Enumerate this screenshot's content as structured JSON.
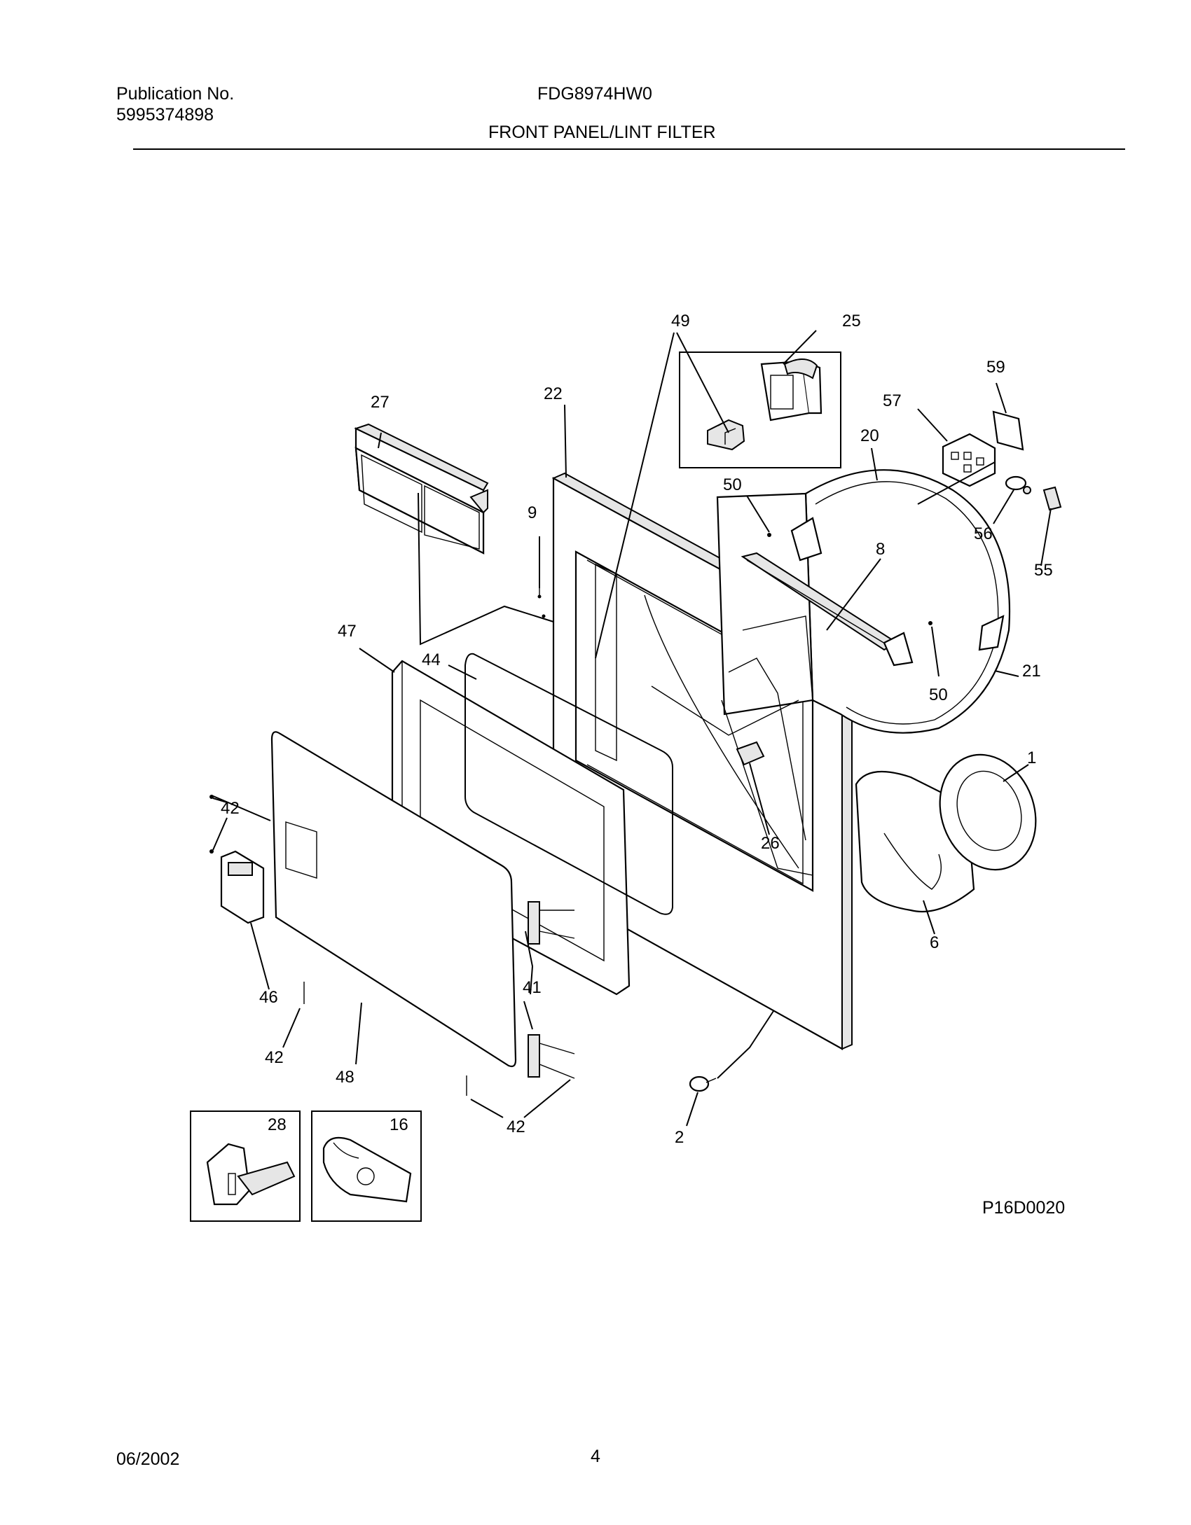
{
  "header": {
    "publication_label": "Publication No.",
    "publication_number": "5995374898",
    "model": "FDG8974HW0",
    "section_title": "FRONT PANEL/LINT FILTER"
  },
  "figure_code": "P16D0020",
  "footer": {
    "date": "06/2002",
    "page_number": "4"
  },
  "callouts": {
    "c49": "49",
    "c25": "25",
    "c59": "59",
    "c27": "27",
    "c22": "22",
    "c57": "57",
    "c20": "20",
    "c50a": "50",
    "c9": "9",
    "c8": "8",
    "c56": "56",
    "c55": "55",
    "c47": "47",
    "c44": "44",
    "c21": "21",
    "c50b": "50",
    "c1": "1",
    "c42a": "42",
    "c26": "26",
    "c6": "6",
    "c46": "46",
    "c41": "41",
    "c42b": "42",
    "c48": "48",
    "c42c": "42",
    "c2": "2",
    "c28": "28",
    "c16": "16"
  }
}
